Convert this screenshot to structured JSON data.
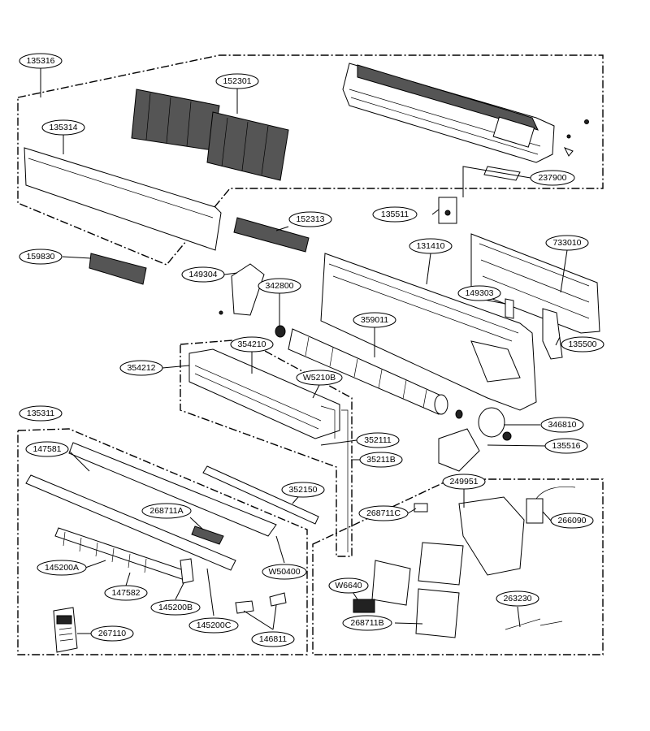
{
  "diagram": {
    "part_labels": {
      "p135316": "135316",
      "p152301": "152301",
      "p135314": "135314",
      "p237900": "237900",
      "p135511": "135511",
      "p152313": "152313",
      "p159830": "159830",
      "p131410": "131410",
      "p733010": "733010",
      "p149304": "149304",
      "p342800": "342800",
      "p149303": "149303",
      "p359011": "359011",
      "p135500": "135500",
      "p354210": "354210",
      "p354212": "354212",
      "p W5210B": "W5210B",
      "p135311": "135311",
      "p346810": "346810",
      "p147581": "147581",
      "p352111": "352111",
      "p135516": "135516",
      "p35211B": "35211B",
      "p249951": "249951",
      "p352150": "352150",
      "p268711A": "268711A",
      "p268711C": "268711C",
      "p266090": "266090",
      "p145200A": "145200A",
      "pW50400": "W50400",
      "pW6640": "W6640",
      "p147582": "147582",
      "p145200B": "145200B",
      "p263230": "263230",
      "p268711B": "268711B",
      "p145200C": "145200C",
      "p267110": "267110",
      "p146811": "146811"
    }
  }
}
